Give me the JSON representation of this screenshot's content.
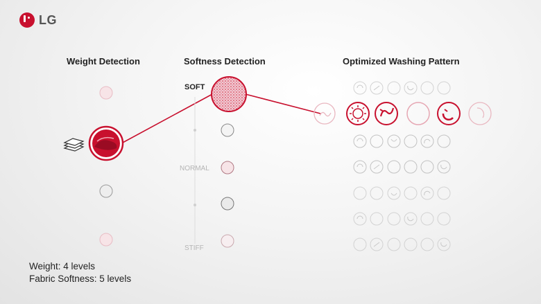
{
  "brand": {
    "logo_text": "LG",
    "accent": "#c8102e"
  },
  "headings": {
    "weight": "Weight Detection",
    "softness": "Softness Detection",
    "pattern": "Optimized Washing Pattern"
  },
  "softness_scale": {
    "top": "SOFT",
    "middle": "NORMAL",
    "bottom": "STIFF"
  },
  "footer": {
    "weight_levels": "Weight: 4 levels",
    "softness_levels": "Fabric Softness: 5 levels"
  },
  "icons": [
    "laundry-stack-icon"
  ]
}
